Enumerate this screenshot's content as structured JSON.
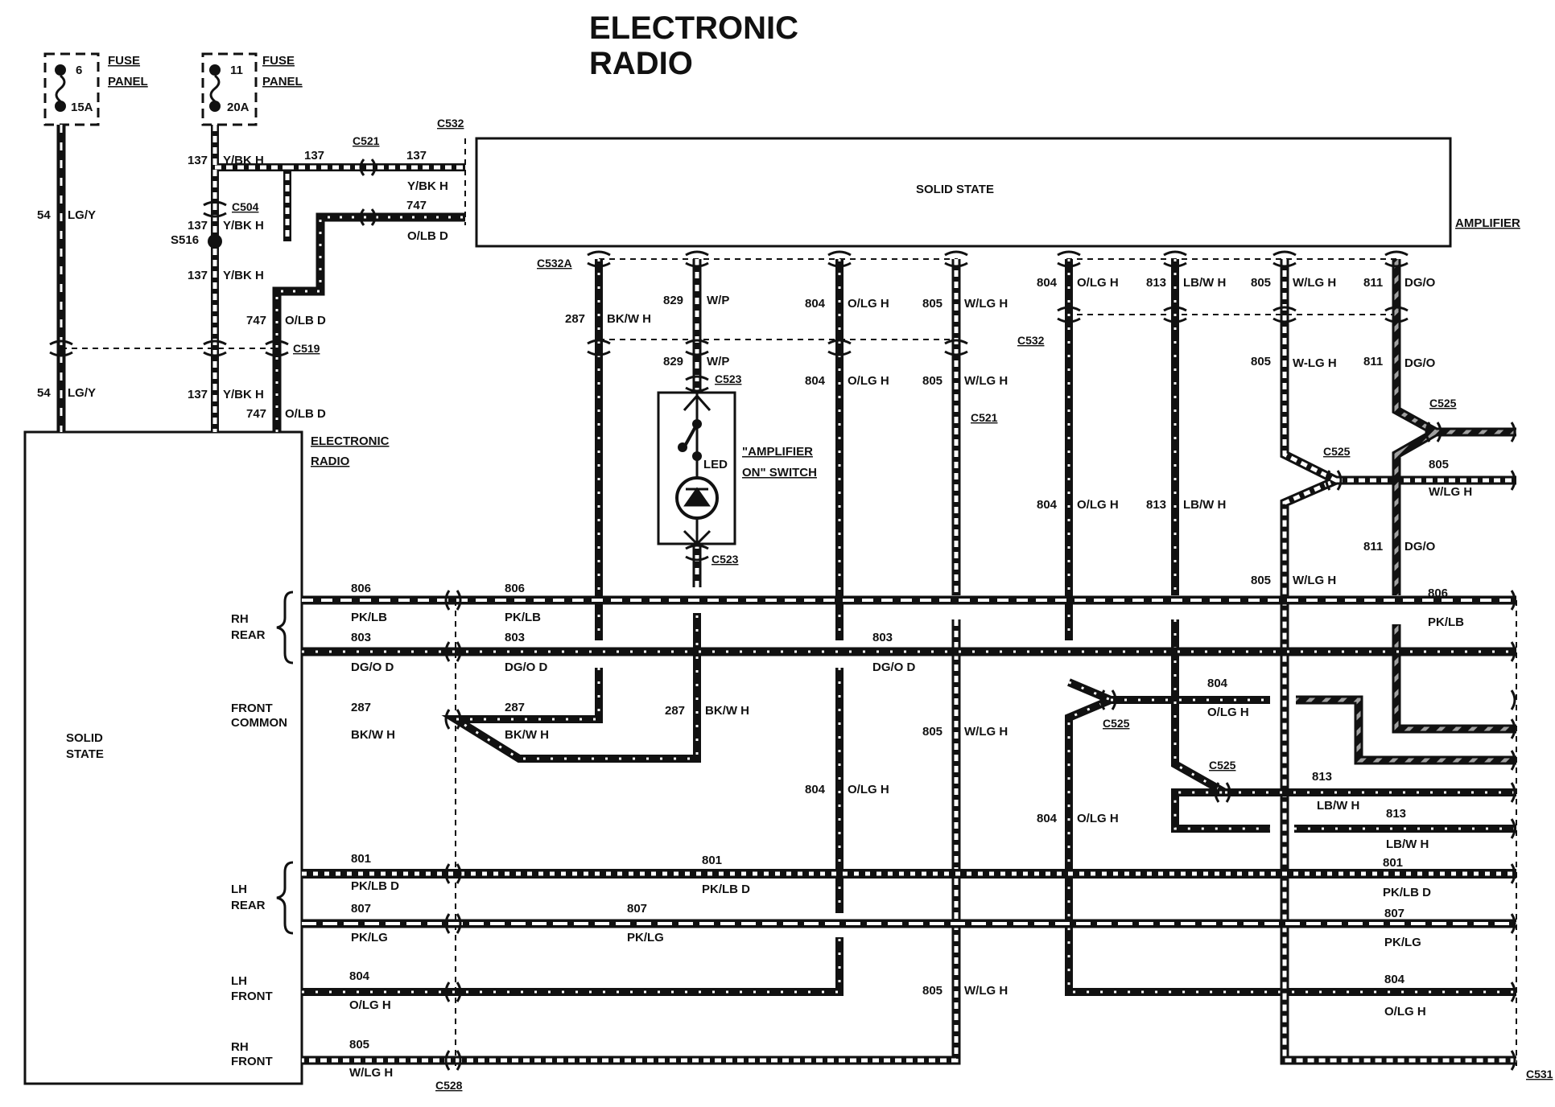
{
  "title": {
    "line1": "ELECTRONIC",
    "line2": "RADIO"
  },
  "fuses": [
    {
      "num": "6",
      "amps": "15A",
      "label1": "FUSE",
      "label2": "PANEL"
    },
    {
      "num": "11",
      "amps": "20A",
      "label1": "FUSE",
      "label2": "PANEL"
    }
  ],
  "amplifier": {
    "text": "SOLID STATE",
    "label": "AMPLIFIER"
  },
  "radio": {
    "label1": "ELECTRONIC",
    "label2": "RADIO",
    "text1": "SOLID",
    "text2": "STATE"
  },
  "switch": {
    "line1": "\"AMPLIFIER",
    "line2": "ON\" SWITCH",
    "led": "LED"
  },
  "connectors": {
    "c532": "C532",
    "c521": "C521",
    "c504": "C504",
    "s516": "S516",
    "c519": "C519",
    "c532a": "C532A",
    "c523": "C523",
    "c525": "C525",
    "c528": "C528",
    "c531": "C531"
  },
  "speakers": {
    "rh_rear_1": "RH",
    "rh_rear_2": "REAR",
    "front_common_1": "FRONT",
    "front_common_2": "COMMON",
    "lh_rear_1": "LH",
    "lh_rear_2": "REAR",
    "lh_front_1": "LH",
    "lh_front_2": "FRONT",
    "rh_front_1": "RH",
    "rh_front_2": "FRONT"
  },
  "wires": {
    "w54": "54",
    "w54c": "LG/Y",
    "w137": "137",
    "w137c": "Y/BK H",
    "w747": "747",
    "w747c": "O/LB D",
    "w287": "287",
    "w287c": "BK/W H",
    "w829": "829",
    "w829c": "W/P",
    "w804": "804",
    "w804c": "O/LG H",
    "w805": "805",
    "w805c": "W/LG H",
    "w805c2": "W-LG H",
    "w813": "813",
    "w813c": "LB/W H",
    "w811": "811",
    "w811c": "DG/O",
    "w806": "806",
    "w806c": "PK/LB",
    "w803": "803",
    "w803c": "DG/O D",
    "w801": "801",
    "w801c": "PK/LB D",
    "w807": "807",
    "w807c": "PK/LG"
  }
}
